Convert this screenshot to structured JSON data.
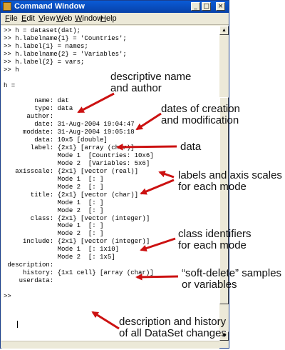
{
  "window": {
    "title": "Command Window",
    "controls": {
      "minimize": "_",
      "maximize": "□",
      "close": "×"
    }
  },
  "menubar": {
    "items": [
      "File",
      "Edit",
      "View",
      "Web",
      "Window",
      "Help"
    ]
  },
  "console": {
    "lines": [
      ">> h = dataset(dat);",
      ">> h.labelname{1} = 'Countries';",
      ">> h.label{1} = names;",
      ">> h.labelname{2} = 'Variables';",
      ">> h.label{2} = vars;",
      ">> h",
      "",
      "h =",
      "",
      "        name: dat",
      "        type: data",
      "      author:",
      "        date: 31-Aug-2004 19:04:47",
      "     moddate: 31-Aug-2004 19:05:18",
      "        data: 10x5 [double]",
      "       label: {2x1} [array (char)]",
      "              Mode 1  [Countries: 10x6]",
      "              Mode 2  [Variables: 5x6]",
      "   axisscale: {2x1} [vector (real)]",
      "              Mode 1  [: ]",
      "              Mode 2  [: ]",
      "       title: {2x1} [vector (char)]",
      "              Mode 1  [: ]",
      "              Mode 2  [: ]",
      "       class: {2x1} [vector (integer)]",
      "              Mode 1  [: ]",
      "              Mode 2  [: ]",
      "     include: {2x1} [vector (integer)]",
      "              Mode 1  [: 1x10]",
      "              Mode 2  [: 1x5]",
      " description:",
      "     history: {1x1 cell} [array (char)]",
      "    userdata:",
      "",
      ">>"
    ]
  },
  "annotations": [
    {
      "id": "name-author",
      "text": "descriptive name\nand author"
    },
    {
      "id": "dates",
      "text": "dates of creation\nand modification"
    },
    {
      "id": "data",
      "text": "data"
    },
    {
      "id": "labels-axis",
      "text": "labels and axis scales\nfor each mode"
    },
    {
      "id": "class",
      "text": "class identifiers\nfor each mode"
    },
    {
      "id": "soft-delete",
      "text": "“soft-delete” samples\nor variables"
    },
    {
      "id": "history",
      "text": "description and history\nof all DataSet changes"
    }
  ],
  "colors": {
    "arrow": "#cc1111",
    "titlebar": "#0a5bd6",
    "chrome": "#ece9d8"
  }
}
